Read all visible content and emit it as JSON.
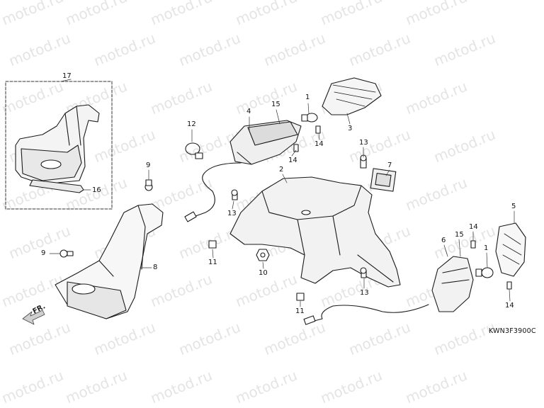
{
  "diagram": {
    "code": "KWN3F3900C",
    "direction_label": "FR.",
    "watermark": "motod.ru",
    "callouts": [
      {
        "id": "c1a",
        "text": "1"
      },
      {
        "id": "c3",
        "text": "3"
      },
      {
        "id": "c4",
        "text": "4"
      },
      {
        "id": "c15a",
        "text": "15"
      },
      {
        "id": "c14a",
        "text": "14"
      },
      {
        "id": "c14b",
        "text": "14"
      },
      {
        "id": "c12",
        "text": "12"
      },
      {
        "id": "c13a",
        "text": "13"
      },
      {
        "id": "c7",
        "text": "7"
      },
      {
        "id": "c2",
        "text": "2"
      },
      {
        "id": "c9a",
        "text": "9"
      },
      {
        "id": "c13b",
        "text": "13"
      },
      {
        "id": "c17",
        "text": "17"
      },
      {
        "id": "c16",
        "text": "16"
      },
      {
        "id": "c11a",
        "text": "11"
      },
      {
        "id": "c10",
        "text": "10"
      },
      {
        "id": "c9b",
        "text": "9"
      },
      {
        "id": "c8",
        "text": "8"
      },
      {
        "id": "c6",
        "text": "6"
      },
      {
        "id": "c15b",
        "text": "15"
      },
      {
        "id": "c14c",
        "text": "14"
      },
      {
        "id": "c5",
        "text": "5"
      },
      {
        "id": "c1b",
        "text": "1"
      },
      {
        "id": "c13c",
        "text": "13"
      },
      {
        "id": "c11b",
        "text": "11"
      },
      {
        "id": "c14d",
        "text": "14"
      }
    ]
  }
}
